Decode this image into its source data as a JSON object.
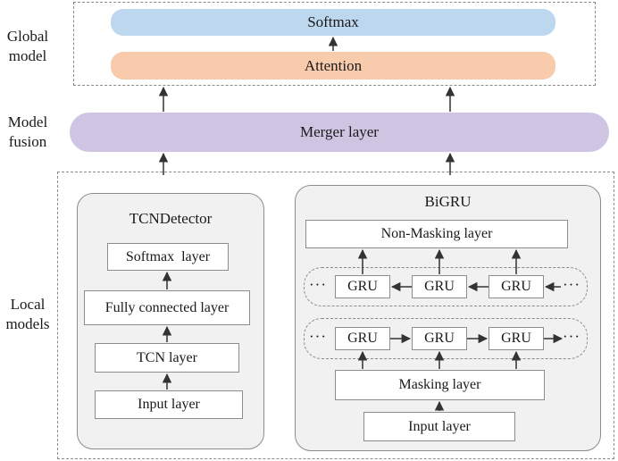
{
  "side_labels": {
    "global": "Global\nmodel",
    "fusion": "Model\nfusion",
    "local": "Local\nmodels"
  },
  "global": {
    "softmax": "Softmax",
    "attention": "Attention"
  },
  "fusion": {
    "merger": "Merger layer"
  },
  "tcn": {
    "title": "TCNDetector",
    "softmax": "Softmax  layer",
    "fc": "Fully connected layer",
    "tcn": "TCN layer",
    "input": "Input layer"
  },
  "bigru": {
    "title": "BiGRU",
    "non_masking": "Non-Masking layer",
    "backward_grus": [
      "GRU",
      "GRU",
      "GRU"
    ],
    "forward_grus": [
      "GRU",
      "GRU",
      "GRU"
    ],
    "ellipsis": "···",
    "masking": "Masking layer",
    "input": "Input layer"
  }
}
